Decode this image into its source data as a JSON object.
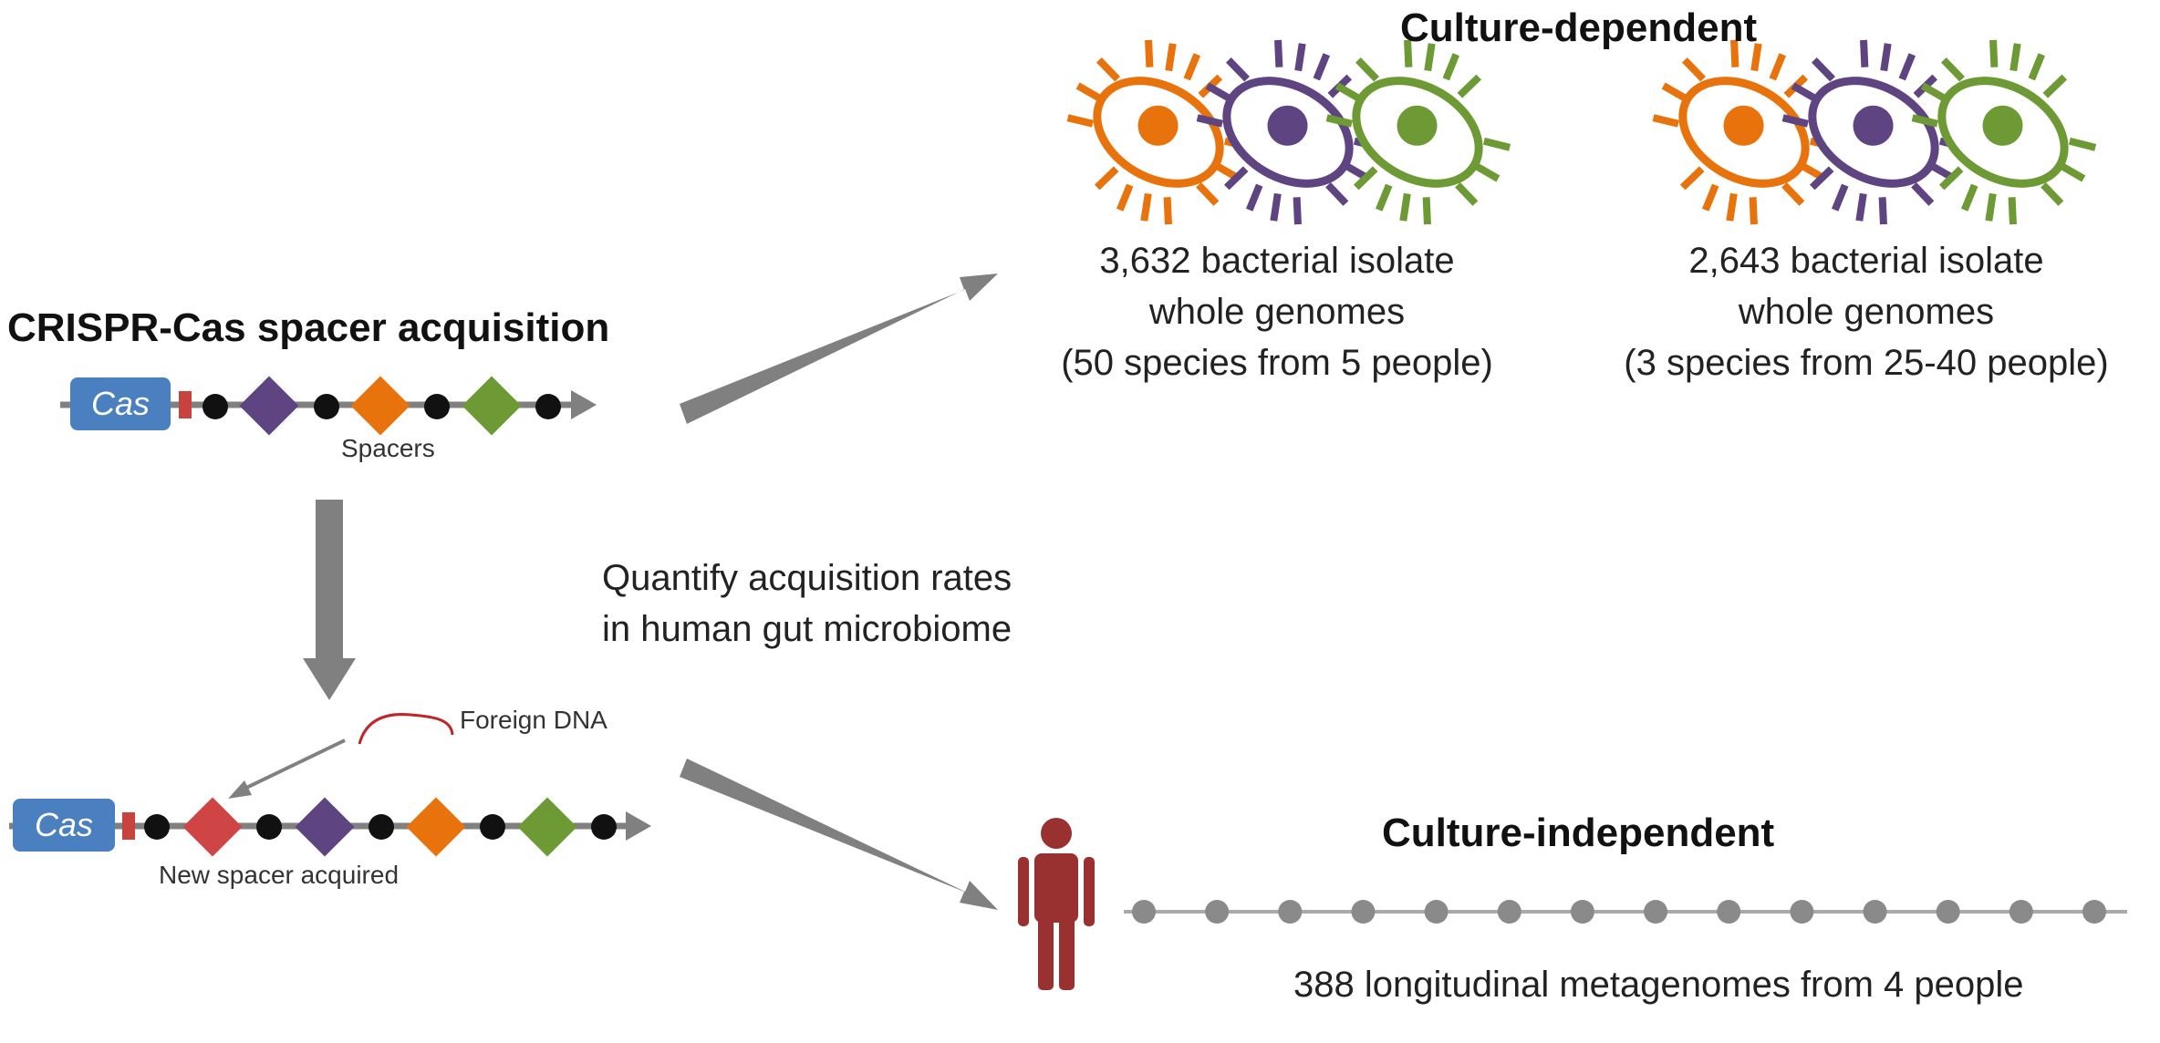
{
  "crispr": {
    "title": "CRISPR-Cas spacer acquisition",
    "cas_label": "Cas",
    "spacers_label": "Spacers",
    "foreign_dna_label": "Foreign DNA",
    "new_spacer_label": "New spacer acquired"
  },
  "center_text": {
    "line1": "Quantify acquisition rates",
    "line2": "in human gut microbiome"
  },
  "culture_dependent": {
    "title": "Culture-dependent",
    "groups": [
      {
        "line1": "3,632 bacterial isolate",
        "line2": "whole genomes",
        "line3": "(50 species from 5 people)"
      },
      {
        "line1": "2,643 bacterial isolate",
        "line2": "whole genomes",
        "line3": "(3 species from 25-40 people)"
      }
    ]
  },
  "culture_independent": {
    "title": "Culture-independent",
    "caption": "388 longitudinal metagenomes from 4 people",
    "timepoints_shown": 14
  },
  "colors": {
    "arrow_gray": "#808080",
    "cas_blue": "#4a7fc0",
    "leader_red": "#c9433e",
    "spacer_purple": "#5e4581",
    "spacer_orange": "#e8720c",
    "spacer_green": "#6d9a34",
    "new_spacer_red": "#cf4545",
    "foreign_dna": "#c0252a",
    "person": "#9a3131",
    "dot_gray": "#8a8a8a",
    "black_dot": "#111111"
  },
  "icons": {
    "bacterium": "bacterium-icon",
    "person": "person-icon"
  }
}
